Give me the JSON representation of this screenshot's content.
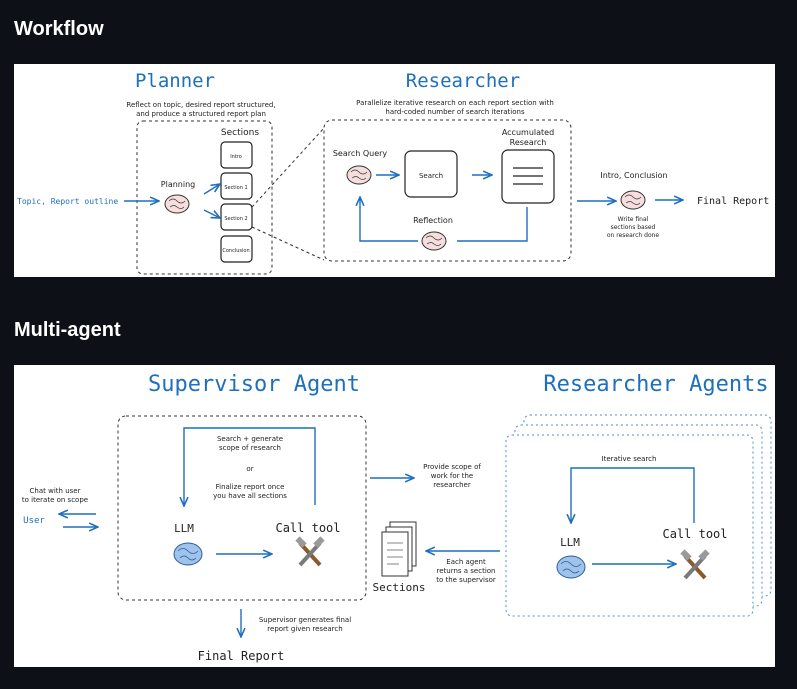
{
  "workflow": {
    "heading": "Workflow",
    "planner_title": "Planner",
    "planner_desc_1": "Reflect on topic, desired report structured,",
    "planner_desc_2": "and produce a structured report plan",
    "sections_label": "Sections",
    "section_boxes": [
      "Intro",
      "Section 1",
      "Section 2",
      "Conclusion"
    ],
    "planning_label": "Planning",
    "input_label": "Topic, Report outline",
    "researcher_title": "Researcher",
    "researcher_desc_1": "Parallelize iterative research on each report section with",
    "researcher_desc_2": "hard-coded number of search iterations",
    "search_query_label": "Search Query",
    "search_box_label": "Search",
    "accumulated_label_1": "Accumulated",
    "accumulated_label_2": "Research",
    "reflection_label": "Reflection",
    "intro_conclusion_label": "Intro, Conclusion",
    "write_final_1": "Write final",
    "write_final_2": "sections based",
    "write_final_3": "on research done",
    "final_report_label": "Final Report"
  },
  "multiagent": {
    "heading": "Multi-agent",
    "supervisor_title": "Supervisor Agent",
    "researchers_title": "Researcher Agents",
    "chat_label_1": "Chat with user",
    "chat_label_2": "to iterate on scope",
    "user_label": "User",
    "loop_text_1": "Search + generate",
    "loop_text_2": "scope of research",
    "loop_text_or": "or",
    "loop_text_3": "Finalize report once",
    "loop_text_4": "you have all sections",
    "llm_label": "LLM",
    "call_tool_label": "Call tool",
    "provide_scope_1": "Provide scope of",
    "provide_scope_2": "work for the",
    "provide_scope_3": "researcher",
    "iterative_search_label": "Iterative search",
    "r_llm_label": "LLM",
    "r_call_tool_label": "Call tool",
    "each_agent_1": "Each agent",
    "each_agent_2": "returns a section",
    "each_agent_3": "to the supervisor",
    "sections_label": "Sections",
    "supervisor_generates_1": "Supervisor generates final",
    "supervisor_generates_2": "report given research",
    "final_report_label": "Final Report"
  },
  "icons": [
    "brain-icon",
    "tools-icon",
    "document-stack-icon",
    "document-lines-icon"
  ]
}
